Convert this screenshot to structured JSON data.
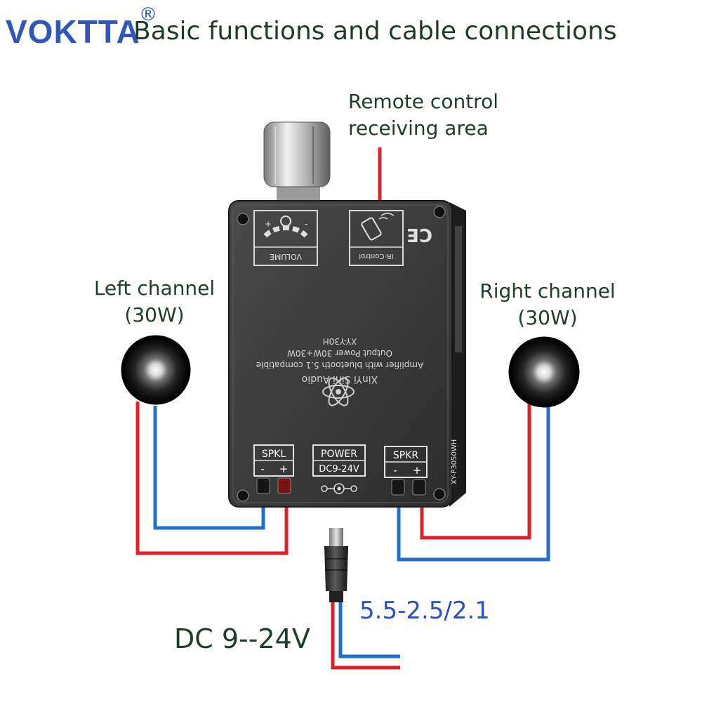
{
  "brand": {
    "name": "VOKTTA",
    "registered": "®"
  },
  "title": "Basic functions and cable connections",
  "callouts": {
    "remote_line1": "Remote control",
    "remote_line2": "receiving area",
    "left_line1": "Left channel",
    "left_line2": "(30W)",
    "right_line1": "Right channel",
    "right_line2": "(30W)",
    "plug_size": "5.5-2.5/2.1",
    "dc_input": "DC 9--24V"
  },
  "board": {
    "volume_label": "VOLUME",
    "ir_label": "IR-Control",
    "ce_mark": "CE",
    "model": "XY-Y30H",
    "output_power": "Output Power 30W+30W",
    "description": "Amplifier with bluetooth 5.1 compatible",
    "maker": "XinYi Sini Audio",
    "pcb_code": "XY-P3050WH",
    "terminals": {
      "left": {
        "name": "SPKL",
        "minus": "-",
        "plus": "+"
      },
      "power": {
        "name": "POWER",
        "rating": "DC9-24V"
      },
      "right": {
        "name": "SPKR",
        "minus": "-",
        "plus": "+"
      }
    }
  },
  "colors": {
    "positive_wire": "#d9222a",
    "negative_wire": "#1f6fd0",
    "board_face": "#3a3a3a",
    "label_green": "#1e3d28",
    "brand_blue": "#2f56b8"
  }
}
